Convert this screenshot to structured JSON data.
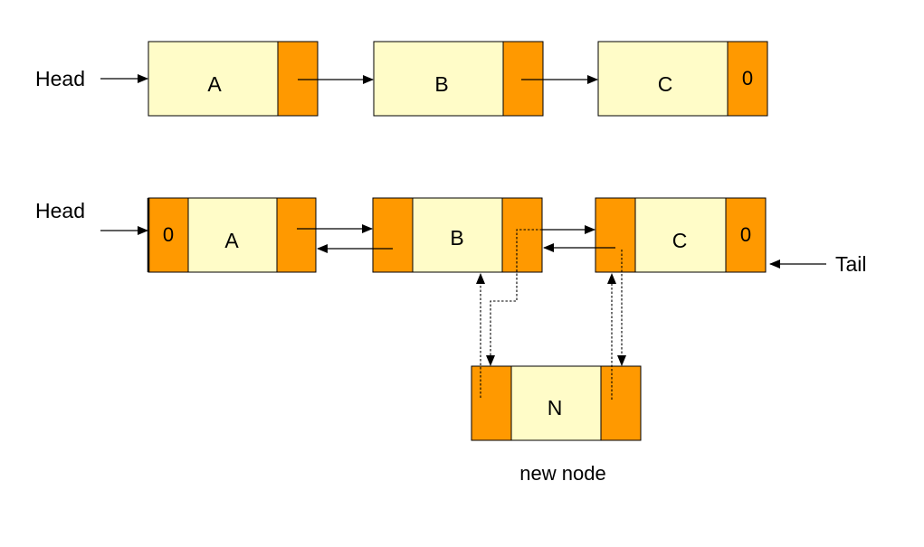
{
  "colors": {
    "data_fill": "#FFFCC8",
    "pointer_fill": "#FF9900",
    "stroke": "#000000",
    "background": "#FFFFFF"
  },
  "singly_list": {
    "head_label": "Head",
    "nodes": [
      {
        "value": "A",
        "next": ""
      },
      {
        "value": "B",
        "next": ""
      },
      {
        "value": "C",
        "next": "0"
      }
    ]
  },
  "doubly_list": {
    "head_label": "Head",
    "tail_label": "Tail",
    "nodes": [
      {
        "prev": "0",
        "value": "A",
        "next": ""
      },
      {
        "prev": "",
        "value": "B",
        "next": ""
      },
      {
        "prev": "",
        "value": "C",
        "next": "0"
      }
    ]
  },
  "new_node": {
    "value": "N",
    "caption": "new node"
  }
}
